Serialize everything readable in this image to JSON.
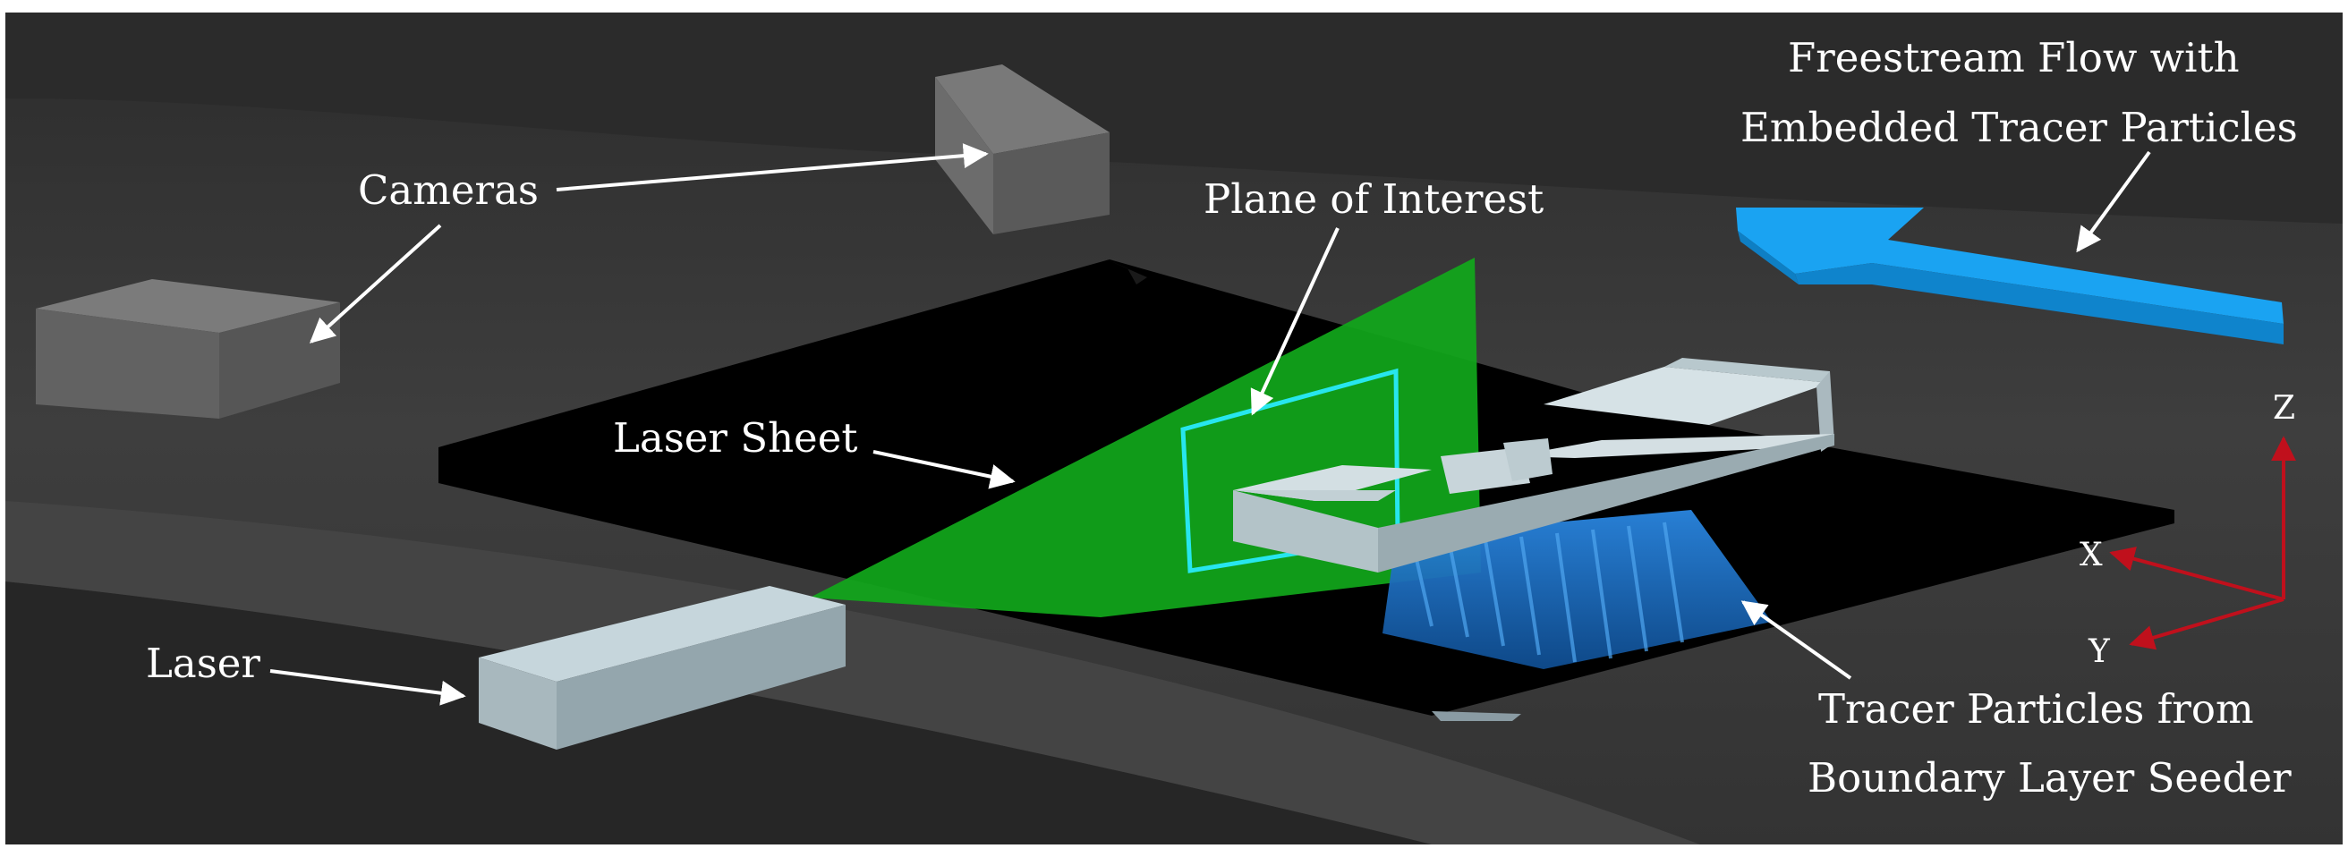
{
  "labels": {
    "cameras": "Cameras",
    "plane_of_interest": "Plane of Interest",
    "freestream_line1": "Freestream Flow with",
    "freestream_line2": "Embedded Tracer Particles",
    "laser_sheet": "Laser Sheet",
    "laser": "Laser",
    "tracer_line1": "Tracer Particles from",
    "tracer_line2": "Boundary Layer Seeder"
  },
  "axes": {
    "x": "X",
    "y": "Y",
    "z": "Z"
  },
  "colors": {
    "background": "#3c3c3c",
    "table": "#000000",
    "laser_sheet": "#11a81b",
    "plane_outline": "#27e6ee",
    "flow_arrow": "#1aa3f2",
    "tracer_particles": "#1e6fbf",
    "axis_arrows": "#c0101c",
    "label_text": "#ffffff"
  }
}
